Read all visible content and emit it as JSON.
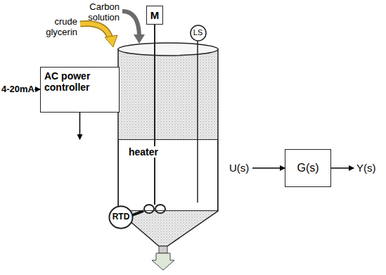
{
  "diagram": {
    "nodes": [
      {
        "text": [
          "M"
        ]
      },
      {
        "text": [
          "LS"
        ]
      },
      {
        "text": [
          "AC power controller"
        ]
      },
      {
        "text": [
          "heater"
        ]
      },
      {
        "text": [
          "RTD"
        ]
      },
      {
        "text": [
          "G(s)"
        ]
      }
    ],
    "edges": [
      {
        "from": 2,
        "to": 3,
        "arrow": "to"
      }
    ],
    "labels": [
      "Carbon solution",
      "crude glycerin",
      "4-20mA",
      "U(s)",
      "Y(s)"
    ]
  }
}
